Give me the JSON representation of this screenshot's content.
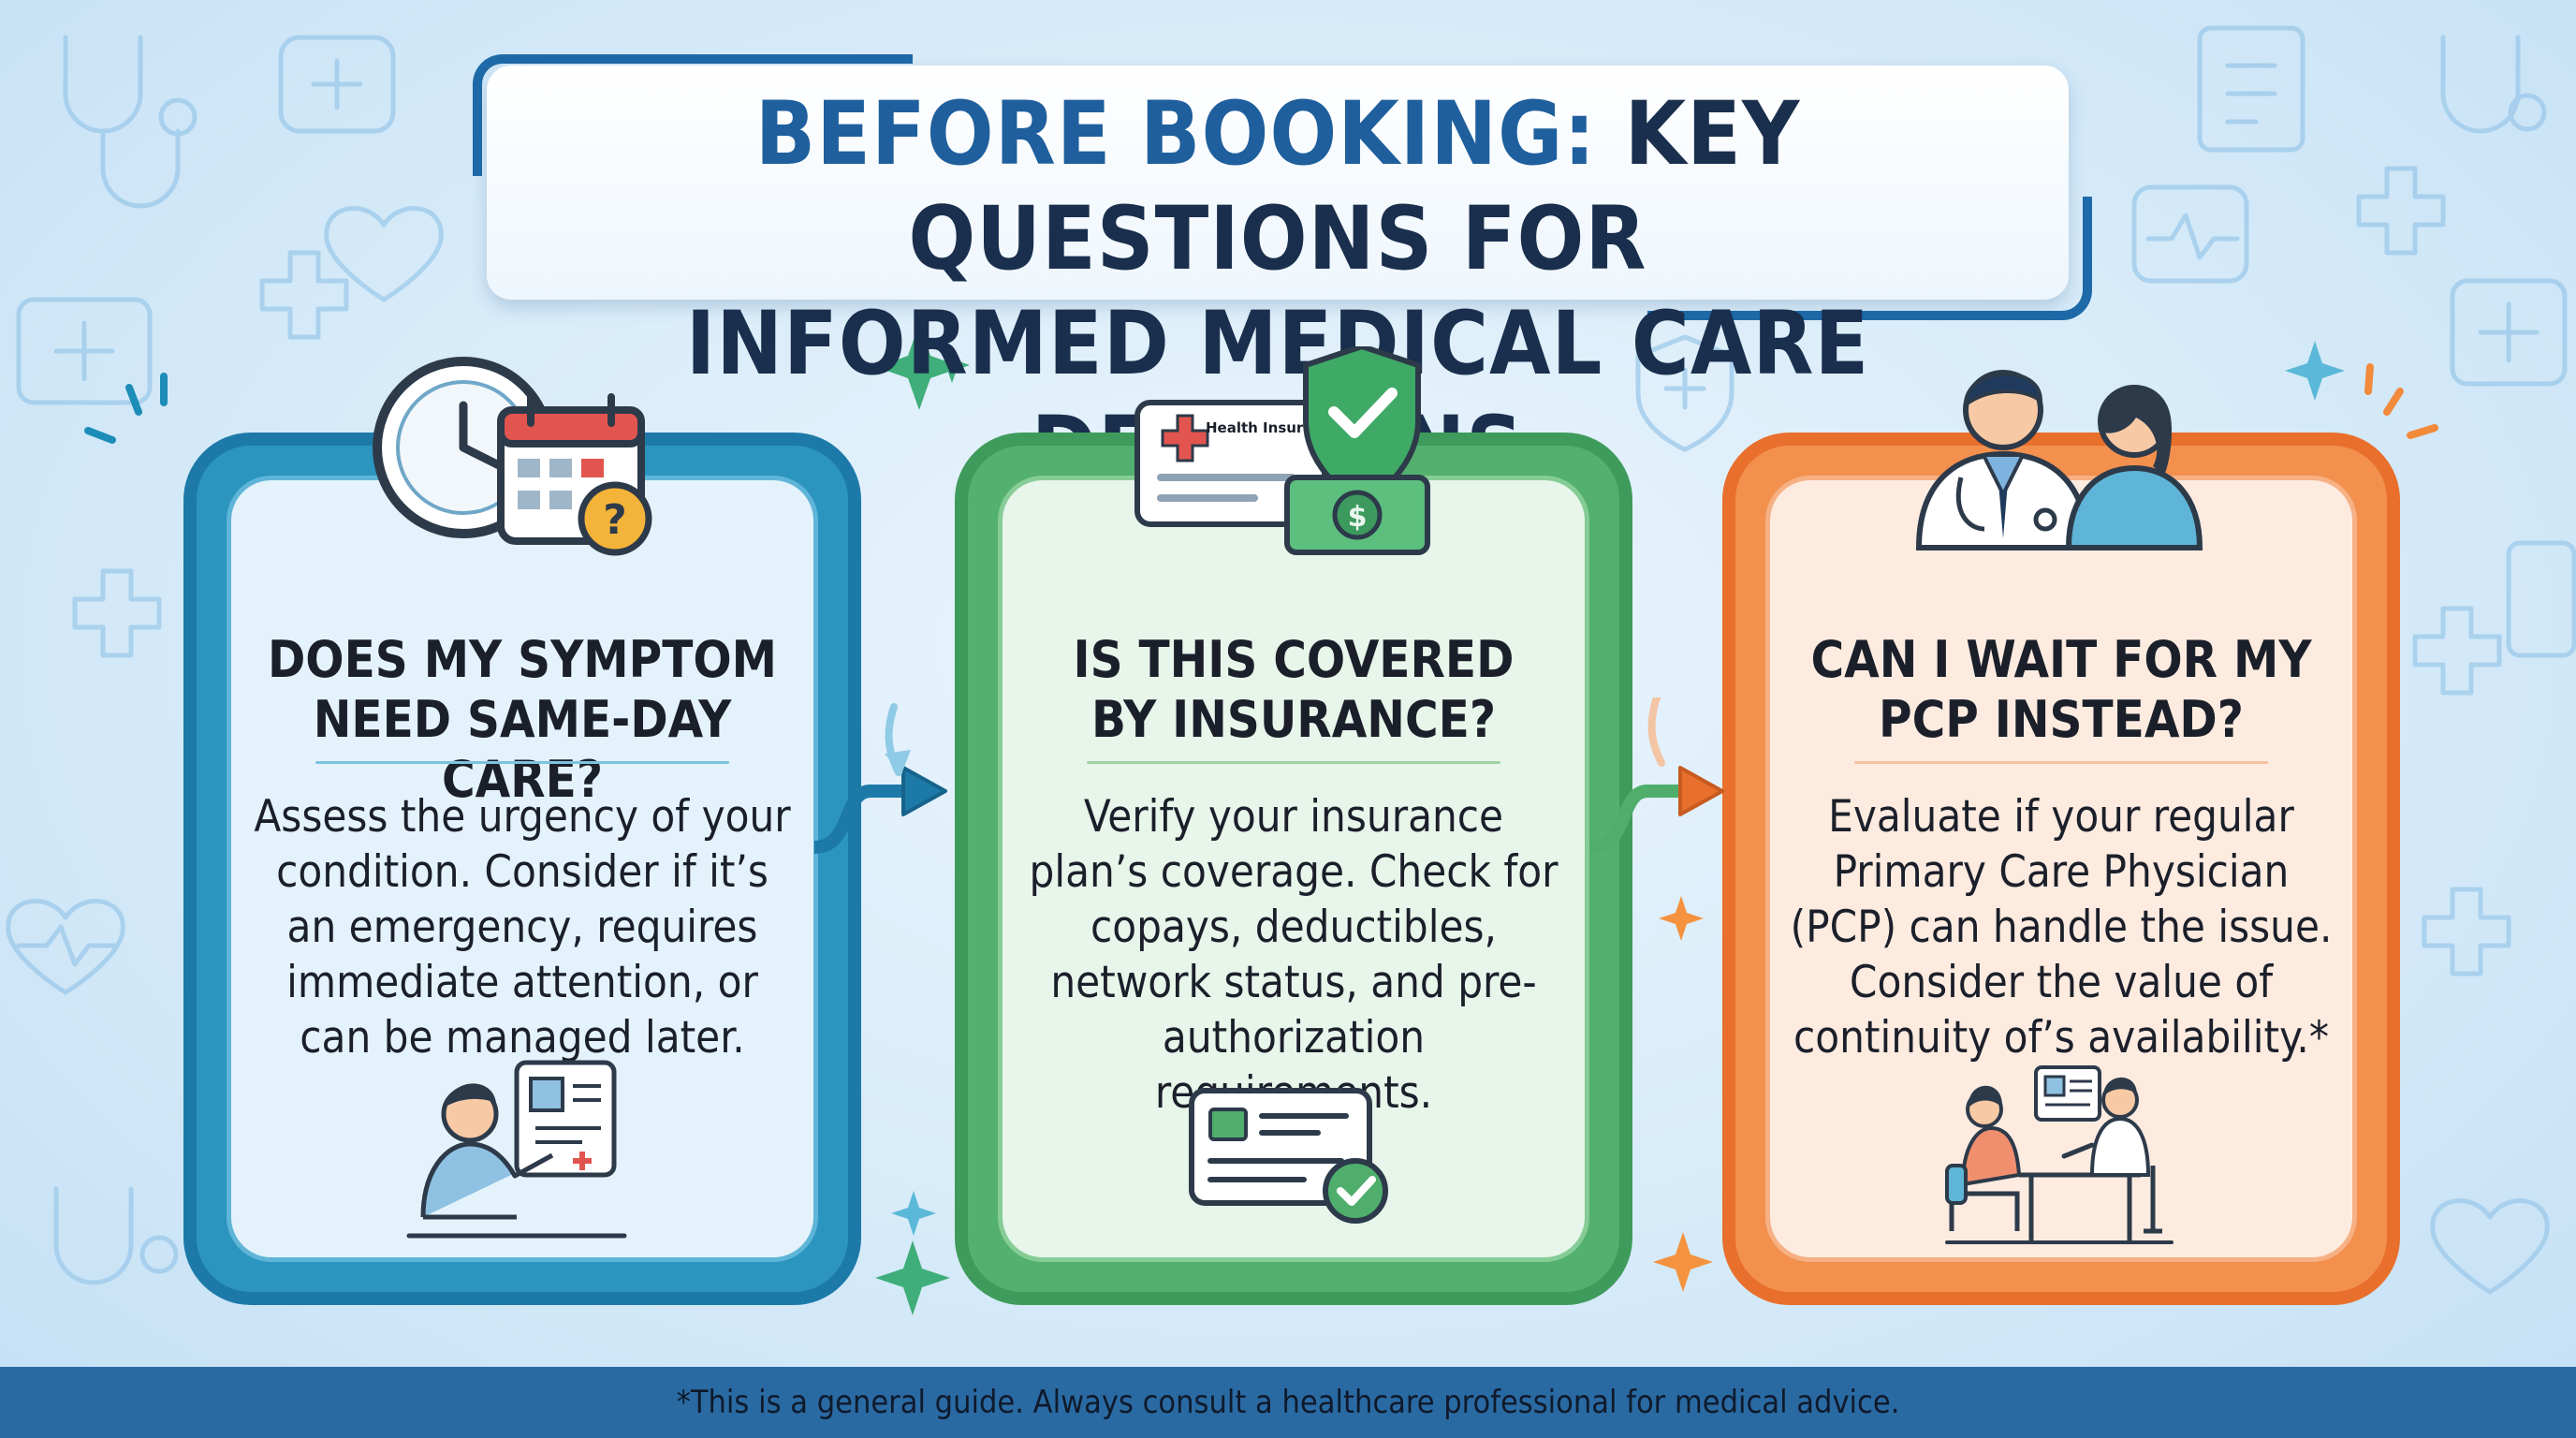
{
  "title": {
    "highlight": "BEFORE BOOKING:",
    "rest_line1": " KEY QUESTIONS FOR",
    "line2": "INFORMED MEDICAL CARE DECISIONS"
  },
  "cards": [
    {
      "title": "DOES MY SYMPTOM\nNEED SAME-DAY CARE?",
      "body": "Assess the urgency of your condition. Consider if it’s an emergency, requires immediate attention, or can be managed later.",
      "icon": "clock-calendar-question-icon",
      "illustration": "person-pointing-at-chart-icon"
    },
    {
      "title": "IS THIS COVERED\nBY INSURANCE?",
      "body": "Verify your insurance plan’s coverage. Check for copays, deductibles, network status, and pre-authorization requirements.",
      "icon": "insurance-card-shield-money-icon",
      "icon_card_label": "Health Insurance",
      "illustration": "insurance-card-check-icon"
    },
    {
      "title": "CAN I WAIT FOR MY\nPCP INSTEAD?",
      "body": "Evaluate if your regular Primary Care Physician (PCP) can handle the issue. Consider the value of continuity of’s availability.*",
      "icon": "doctor-and-patient-icon",
      "illustration": "doctor-consultation-icon"
    }
  ],
  "footer": {
    "disclaimer": "*This is a general guide. Always consult a healthcare professional for medical advice."
  },
  "colors": {
    "blue": "#1d7aa8",
    "green": "#3f9b5c",
    "orange": "#e86f2c",
    "title_dark": "#1a2f4d",
    "title_highlight": "#1f5f9d",
    "footer": "#2a6aa3"
  }
}
